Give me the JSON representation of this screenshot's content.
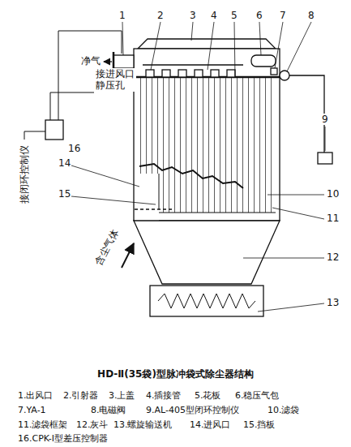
{
  "diagram": {
    "caption": "HD-Ⅱ(35袋)型脉冲袋式除尘器结构",
    "labels": [
      "1",
      "2",
      "3",
      "4",
      "5",
      "6",
      "7",
      "8",
      "净气",
      "接进风口 静压孔",
      "16",
      "接闭环控制仪",
      "14",
      "15",
      "含尘气体",
      "9",
      "10",
      "11",
      "12",
      "13",
      "1.出风口",
      "2.引射器",
      "3.上盖",
      "4.插接管",
      "5.花板",
      "6.稳压气包",
      "7.YA-1",
      "8.电磁阀",
      "9.AL-405型闭环控制仪",
      "10.滤袋",
      "11.滤袋框架",
      "12.灰斗",
      "13.螺旋输送机",
      "14.进风口",
      "15.挡板",
      "16.CPK-Ⅰ型差压控制器"
    ]
  }
}
